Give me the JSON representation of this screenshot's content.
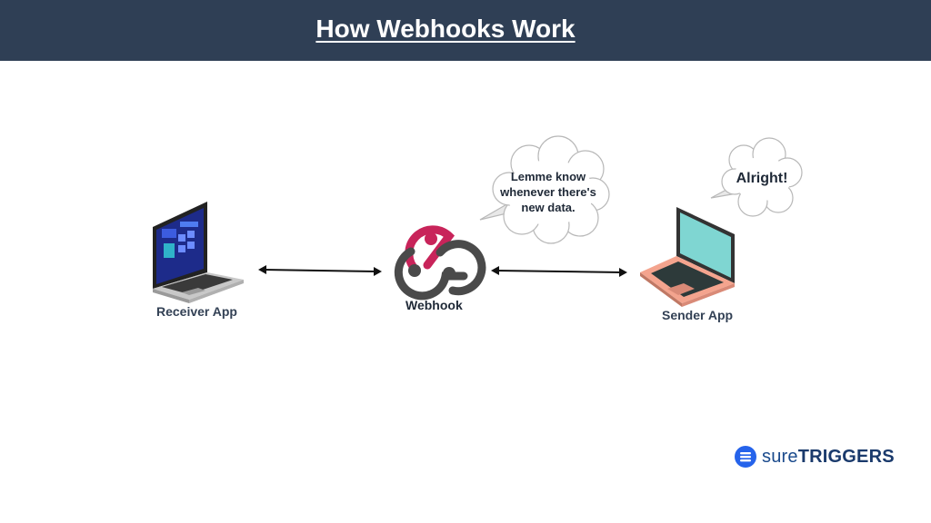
{
  "header": {
    "title": "How Webhooks Work"
  },
  "nodes": {
    "receiver": {
      "label": "Receiver App"
    },
    "webhook": {
      "label": "Webhook"
    },
    "sender": {
      "label": "Sender App"
    }
  },
  "bubbles": {
    "webhook_speech": "Lemme know whenever there's new data.",
    "sender_speech": "Alright!"
  },
  "brand": {
    "sure": "sure",
    "triggers": "TRIGGERS"
  },
  "colors": {
    "header_bg": "#2f3f55",
    "webhook_pink": "#c8245a",
    "webhook_dark": "#4a4a4a",
    "receiver_screen": "#1d2b8a",
    "sender_screen": "#7fd6d2",
    "sender_body": "#f4a48e"
  }
}
